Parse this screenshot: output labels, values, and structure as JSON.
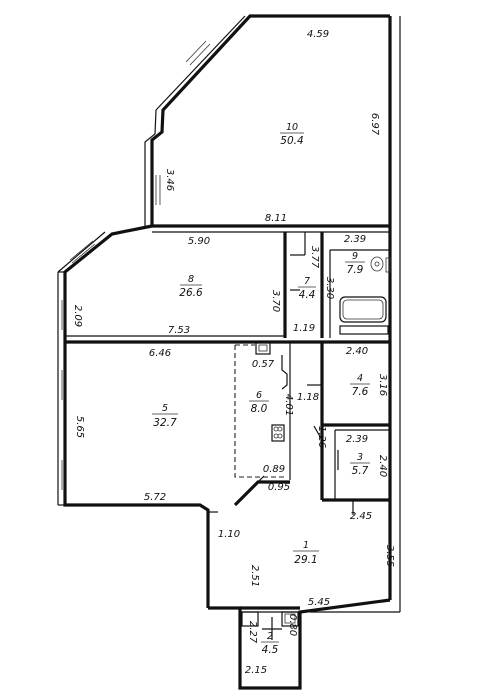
{
  "rooms": [
    {
      "id": "r10",
      "number": "10",
      "area": "50.4"
    },
    {
      "id": "r8",
      "number": "8",
      "area": "26.6"
    },
    {
      "id": "r7",
      "number": "7",
      "area": "4.4"
    },
    {
      "id": "r9",
      "number": "9",
      "area": "7.9"
    },
    {
      "id": "r5",
      "number": "5",
      "area": "32.7"
    },
    {
      "id": "r6",
      "number": "6",
      "area": "8.0"
    },
    {
      "id": "r4",
      "number": "4",
      "area": "7.6"
    },
    {
      "id": "r3",
      "number": "3",
      "area": "5.7"
    },
    {
      "id": "r1",
      "number": "1",
      "area": "29.1"
    },
    {
      "id": "r2",
      "number": "2",
      "area": "4.5"
    }
  ],
  "dimensions": {
    "d459": "4.59",
    "d697": "6.97",
    "d346": "3.46",
    "d811": "8.11",
    "d590": "5.90",
    "d209": "2.09",
    "d753": "7.53",
    "d370": "3.70",
    "d377": "3.77",
    "d119": "1.19",
    "d239a": "2.39",
    "d330": "3.30",
    "d646": "6.46",
    "d057": "0.57",
    "d401": "4.01",
    "d565": "5.65",
    "d118": "1.18",
    "d240a": "2.40",
    "d316": "3.16",
    "d126": "1.26",
    "d239b": "2.39",
    "d240b": "2.40",
    "d089": "0.89",
    "d095": "0.95",
    "d572": "5.72",
    "d245": "2.45",
    "d110": "1.10",
    "d251": "2.51",
    "d355": "3.55",
    "d545": "5.45",
    "d227": "2.27",
    "d080": "0.80",
    "d215": "2.15"
  }
}
